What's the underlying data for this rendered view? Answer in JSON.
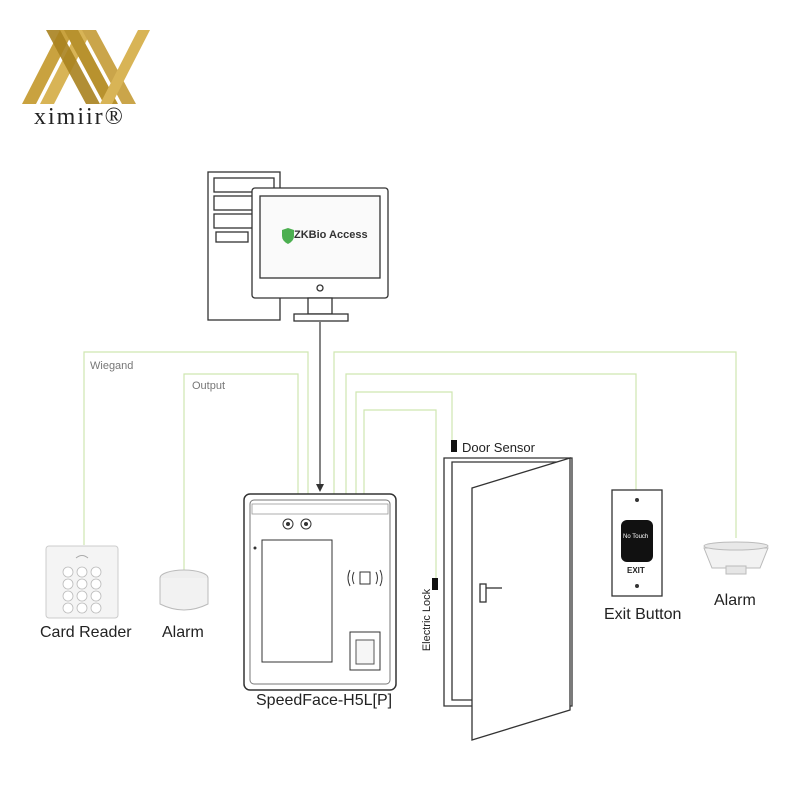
{
  "brand": {
    "logo_text": "ximiir®",
    "gold": "#b8922e"
  },
  "software": {
    "name": "ZKBio Access",
    "accent": "#4caf50"
  },
  "wires": {
    "wiegand_label": "Wiegand",
    "output_label": "Output",
    "door_sensor_label": "Door Sensor",
    "electric_lock_label": "Electric Lock",
    "wire_color": "#cfe6b0"
  },
  "devices": {
    "card_reader": "Card Reader",
    "alarm_left": "Alarm",
    "terminal": "SpeedFace-H5L[P]",
    "exit_button": "Exit Button",
    "exit_button_face": "No Touch",
    "exit_button_caption": "EXIT",
    "alarm_right": "Alarm"
  }
}
